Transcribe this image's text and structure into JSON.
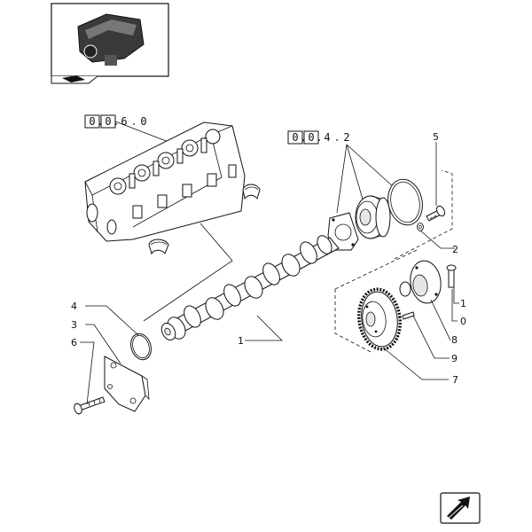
{
  "references": {
    "cylinder_head": [
      "0",
      "0",
      "6",
      "0"
    ],
    "cover_group": [
      "0",
      "0",
      "4",
      "2"
    ]
  },
  "callouts": [
    "1",
    "2",
    "3",
    "4",
    "5",
    "6",
    "7",
    "8",
    "9",
    "1",
    "0"
  ]
}
